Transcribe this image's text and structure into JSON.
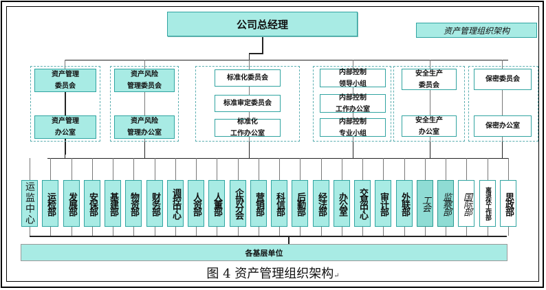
{
  "top": {
    "ceo": "公司总经理",
    "badge": "资产管理组织架构"
  },
  "groups": [
    {
      "id": "asset-mgmt",
      "boxes": [
        [
          "资产管理",
          "委员会"
        ],
        [
          "资产管理",
          "办公室"
        ]
      ]
    },
    {
      "id": "asset-risk",
      "boxes": [
        [
          "资产风险",
          "管理委员会"
        ],
        [
          "资产风险",
          "管理办公室"
        ]
      ]
    },
    {
      "id": "standardization",
      "boxes": [
        [
          "标准化委员会"
        ],
        [
          "标准审定委员会"
        ],
        [
          "标准化",
          "工作办公室"
        ]
      ]
    },
    {
      "id": "internal-control",
      "boxes": [
        [
          "内部控制",
          "领导小组"
        ],
        [
          "内部控制",
          "工作办公室"
        ],
        [
          "内部控制",
          "专业小组"
        ]
      ]
    },
    {
      "id": "safety-production",
      "boxes": [
        [
          "安全生产",
          "委员会"
        ],
        [
          "安全生产",
          "办公室"
        ]
      ]
    },
    {
      "id": "confidentiality",
      "boxes": [
        [
          "保密委员会"
        ],
        [
          "保密办公室"
        ]
      ]
    }
  ],
  "departments": [
    "运监中心",
    "运检部",
    "发展部",
    "安保部",
    "基建部",
    "物资部",
    "财务部",
    "调控中心",
    "人资部",
    "人董部",
    "企协分会",
    "营销部",
    "科信部",
    "后勤部",
    "经法部",
    "办公室",
    "交易中心",
    "审计部",
    "外联部",
    "工会",
    "监察部",
    "国际部",
    "离退休工作部",
    "思政部"
  ],
  "base": "各基层单位",
  "caption": {
    "text": "图 4  资产管理组织架构",
    "mark": "↵"
  },
  "colors": {
    "box_fill": "#a8ebe4",
    "box_border": "#2fa3a0",
    "dashed_group": "#5aaeb0"
  }
}
